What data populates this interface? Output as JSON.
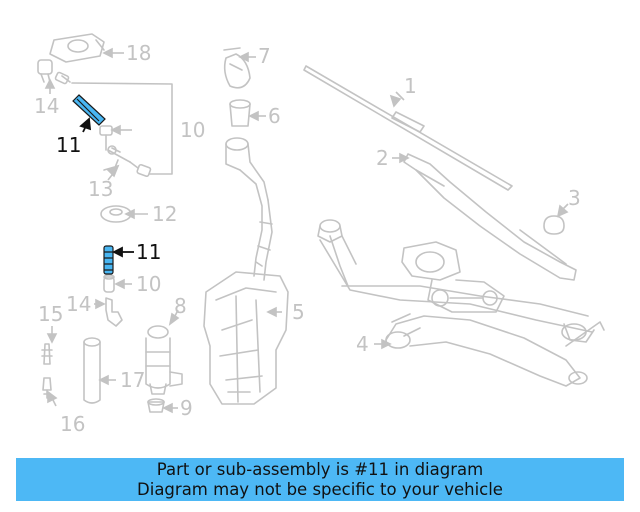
{
  "colors": {
    "part_stroke": "#c3c3c3",
    "highlight_fill": "#49b6f2",
    "highlight_stroke": "#1a1a1a",
    "caption_bg": "#4db8f5"
  },
  "callouts": {
    "c1": "1",
    "c2": "2",
    "c3": "3",
    "c4": "4",
    "c5": "5",
    "c6": "6",
    "c7": "7",
    "c8": "8",
    "c9": "9",
    "c10a": "10",
    "c10b": "10",
    "c11a": "11",
    "c11b": "11",
    "c12": "12",
    "c13": "13",
    "c14a": "14",
    "c14b": "14",
    "c15": "15",
    "c16": "16",
    "c17": "17",
    "c18": "18"
  },
  "caption": {
    "line1": "Part or sub-assembly is #11 in diagram",
    "line2": "Diagram may not be specific to your vehicle"
  }
}
